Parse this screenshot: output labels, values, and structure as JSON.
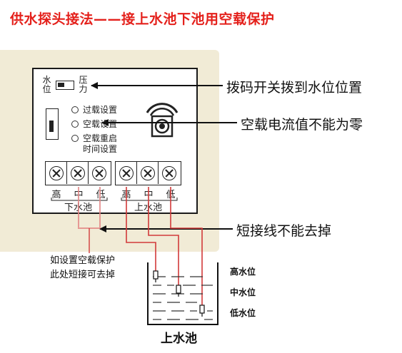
{
  "title": "供水探头接法——接上水池下池用空载保护",
  "panel": {
    "switch_left": "水位",
    "switch_right": "压力",
    "leds": [
      "过载设置",
      "空载设置",
      "空载重启"
    ],
    "led3_line2": "时间设置",
    "terminals": [
      "高",
      "中",
      "低",
      "高",
      "中",
      "低"
    ],
    "group_lower": "下水池",
    "group_upper": "上水池"
  },
  "annotations": {
    "dip_switch": "拨码开关拨到水位位置",
    "no_load_current": "空载电流值不能为零",
    "jumper": "短接线不能去掉"
  },
  "jumper_note": [
    "如设置空载保护",
    "此处短接可去掉"
  ],
  "tank": {
    "label": "上水池",
    "levels": [
      "高水位",
      "中水位",
      "低水位"
    ]
  },
  "colors": {
    "title": "#e4201b",
    "wire": "#d23a3a",
    "line": "#111111"
  }
}
